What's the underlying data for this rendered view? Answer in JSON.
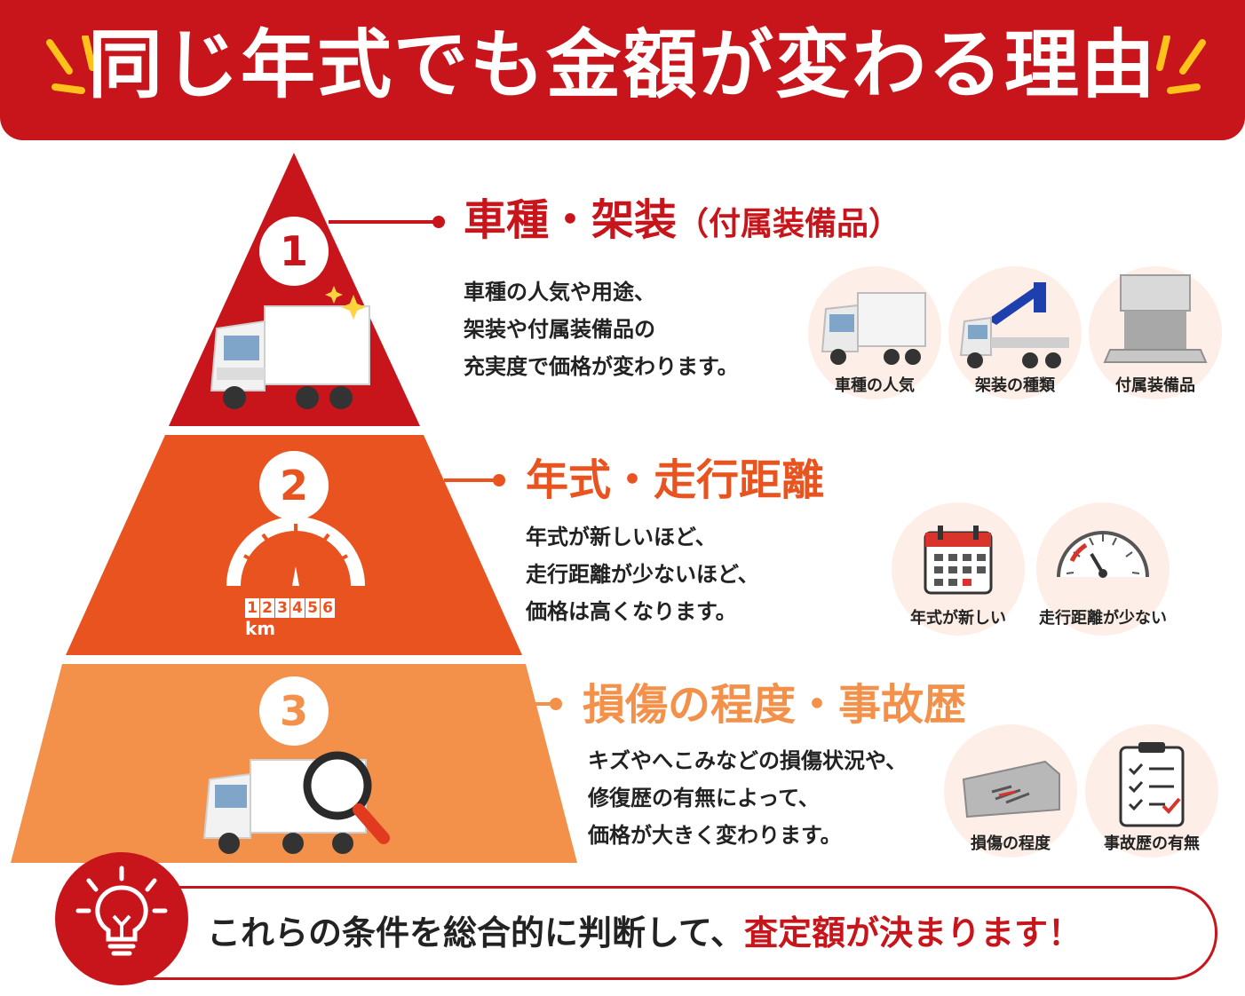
{
  "header": {
    "title": "同じ年式でも金額が変わる理由"
  },
  "colors": {
    "red": "#c8151b",
    "orange": "#e8531f",
    "light_orange": "#f3904a"
  },
  "tiers": [
    {
      "number": "1",
      "heading": "車種・架装",
      "heading_paren": "（付属装備品）",
      "lines": [
        "車種の人気や用途、",
        "架装や付属装備品の",
        "充実度で価格が変わります。"
      ],
      "icons": [
        {
          "name": "truck-icon",
          "label": "車種の人気"
        },
        {
          "name": "crane-truck-icon",
          "label": "架装の種類"
        },
        {
          "name": "power-gate-icon",
          "label": "付属装備品"
        }
      ]
    },
    {
      "number": "2",
      "heading": "年式・走行距離",
      "lines": [
        "年式が新しいほど、",
        "走行距離が少ないほど、",
        "価格は高くなります。"
      ],
      "odometer": [
        "1",
        "2",
        "3",
        "4",
        "5",
        "6"
      ],
      "odometer_unit": "km",
      "icons": [
        {
          "name": "calendar-icon",
          "label": "年式が新しい"
        },
        {
          "name": "gauge-icon",
          "label": "走行距離が少ない"
        }
      ]
    },
    {
      "number": "3",
      "heading": "損傷の程度・事故歴",
      "lines": [
        "キズやへこみなどの損傷状況や、",
        "修復歴の有無によって、",
        "価格が大きく変わります。"
      ],
      "icons": [
        {
          "name": "damaged-panel-icon",
          "label": "損傷の程度"
        },
        {
          "name": "checklist-icon",
          "label": "事故歴の有無"
        }
      ]
    }
  ],
  "footer": {
    "text_before": "これらの条件を総合的に判断して、",
    "text_highlight": "査定額が決まります！"
  }
}
